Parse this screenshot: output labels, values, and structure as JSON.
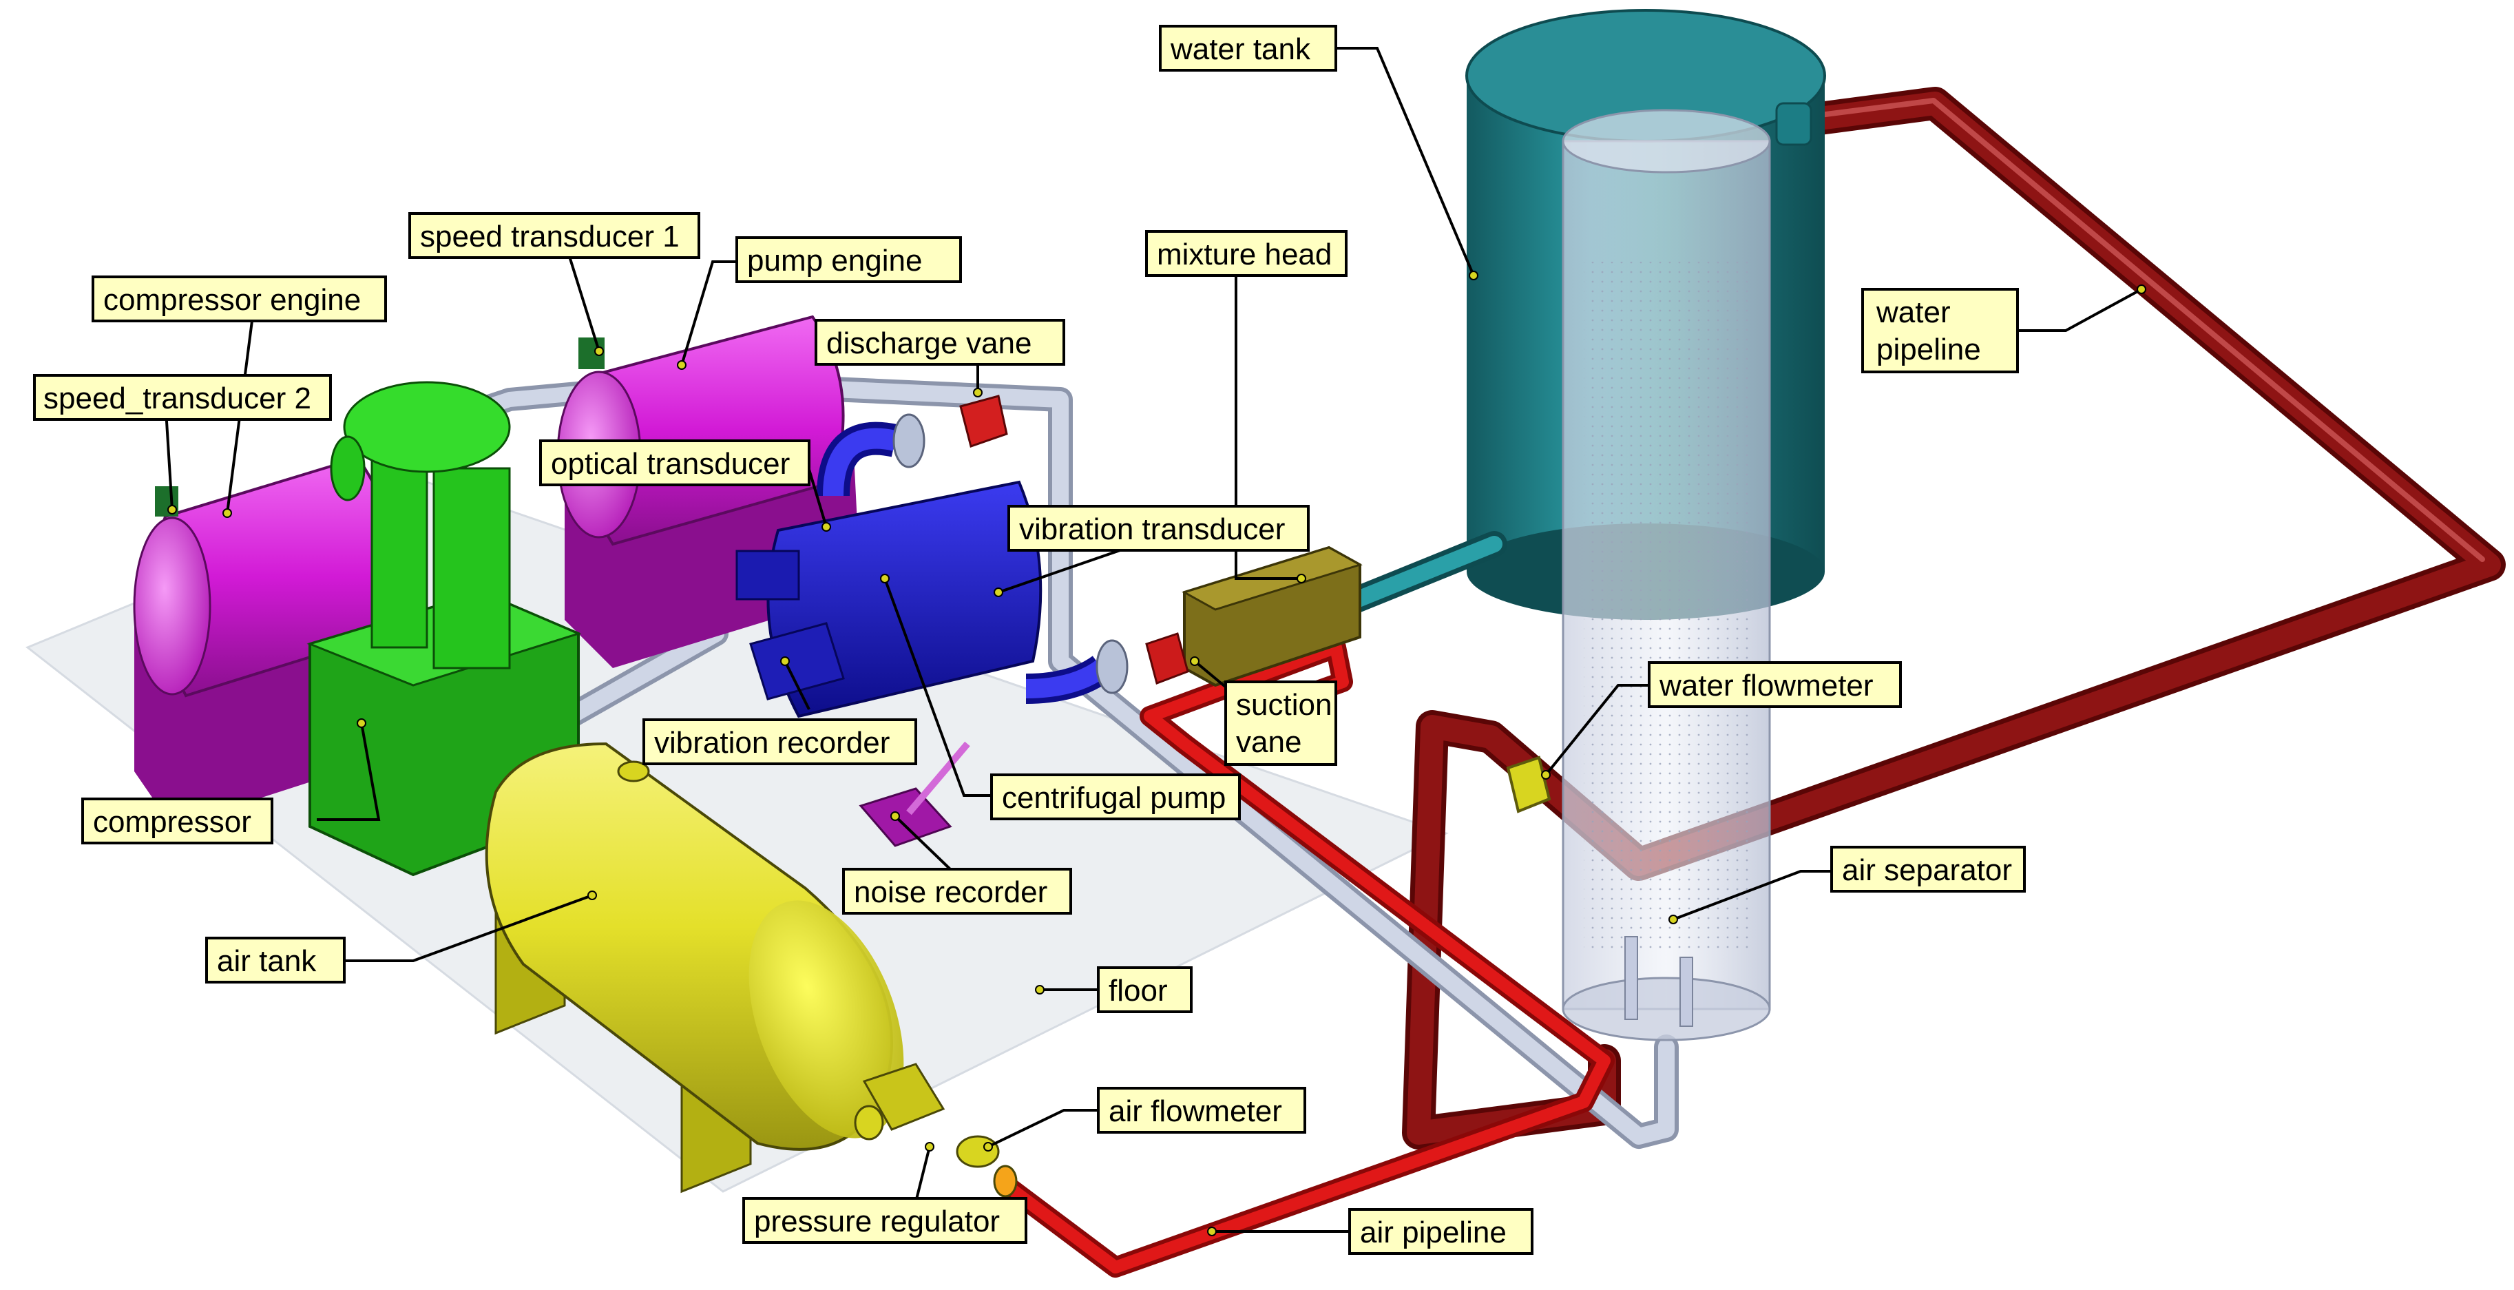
{
  "colors": {
    "label_fill": "#ffffc2",
    "label_stroke": "#000000",
    "water_pipe": "#7a0a0a",
    "air_pipe": "#d01010",
    "grey_pipe": "#b8c2d8",
    "magenta": "#d21ad6",
    "green": "#25c41d",
    "yellow": "#d8d520",
    "blue": "#1818c4",
    "teal": "#1d7f86",
    "olive": "#7d6f1a",
    "floor": "#eceff2"
  },
  "labels": {
    "water_tank": "water tank",
    "speed_transducer_1": "speed transducer 1",
    "pump_engine": "pump engine",
    "mixture_head": "mixture head",
    "compressor_engine": "compressor engine",
    "discharge_vane": "discharge vane",
    "water_pipeline_1": "water",
    "water_pipeline_2": "pipeline",
    "speed_transducer_2": "speed_transducer 2",
    "optical_transducer": "optical transducer",
    "vibration_transducer": "vibration transducer",
    "suction_vane_1": "suction",
    "suction_vane_2": "vane",
    "water_flowmeter": "water flowmeter",
    "vibration_recorder": "vibration recorder",
    "centrifugal_pump": "centrifugal pump",
    "compressor": "compressor",
    "air_separator": "air separator",
    "noise_recorder": "noise recorder",
    "air_tank": "air tank",
    "floor": "floor",
    "air_flowmeter": "air flowmeter",
    "pressure_regulator": "pressure regulator",
    "air_pipeline": "air pipeline"
  }
}
